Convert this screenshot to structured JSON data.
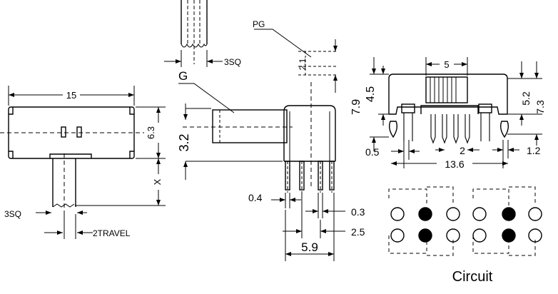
{
  "labels": {
    "top_width": "15",
    "side_height": "6.3",
    "x_label": "X",
    "sq_left": "3SQ",
    "travel": "2TRAVEL",
    "sq_top": "3SQ",
    "g": "G",
    "pg": "PG",
    "pg_dim": "2.1",
    "height_32": "3.2",
    "pin_04": "0.4",
    "pin_03": "0.3",
    "pin_25": "2.5",
    "pin_59": "5.9",
    "dim_5": "5",
    "dim_79": "7.9",
    "dim_45": "4.5",
    "dim_52": "5.2",
    "dim_73": "7.3",
    "dim_05": "0.5",
    "dim_2": "2",
    "dim_12": "1.2",
    "dim_136": "13.6",
    "circuit": "Circuit"
  }
}
